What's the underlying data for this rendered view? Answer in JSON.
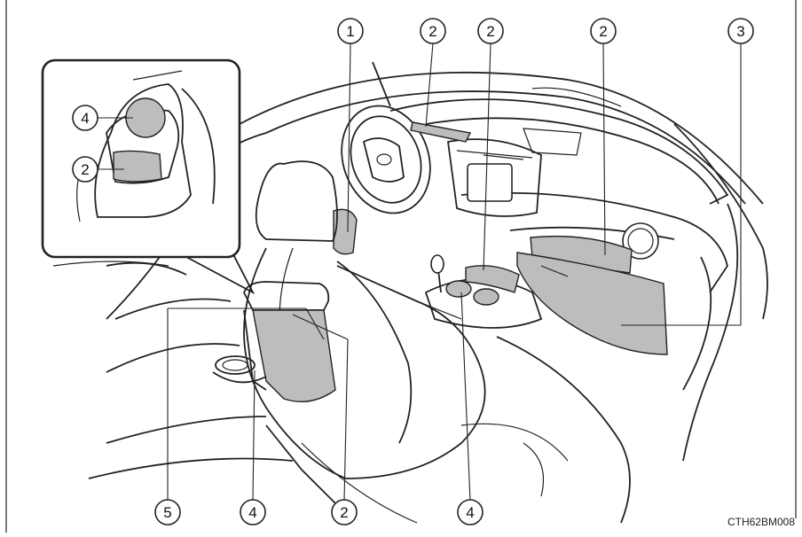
{
  "callouts": {
    "c1": "1",
    "c2": "2",
    "c3": "3",
    "c4": "4",
    "c5": "5"
  },
  "figure_code": "CTH62BM008",
  "colors": {
    "shade": "#bdbdbd",
    "line": "#222222"
  }
}
